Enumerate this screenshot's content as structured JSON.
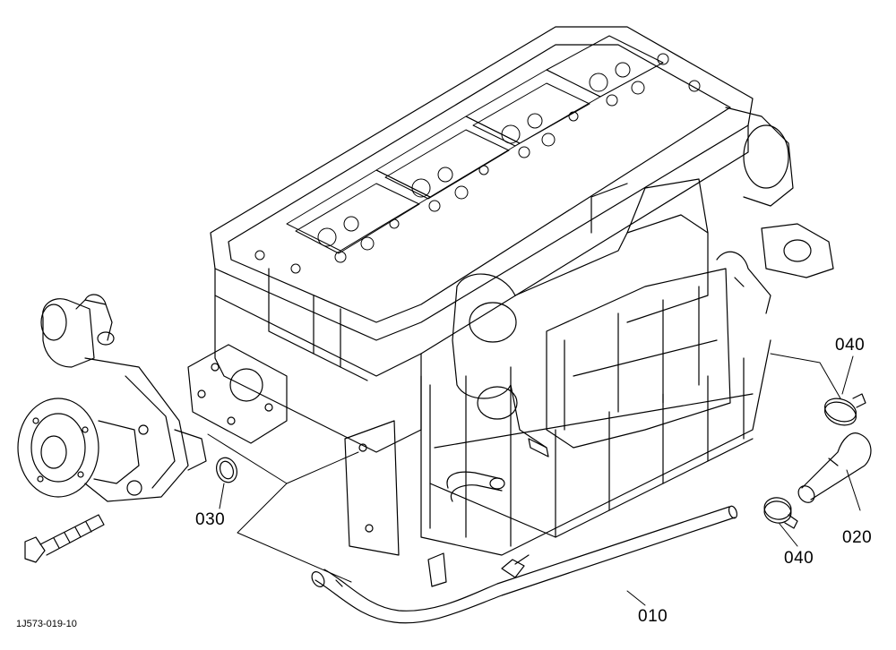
{
  "diagram": {
    "reference_code": "1J573-019-10",
    "callouts": [
      {
        "id": "010",
        "label": "010"
      },
      {
        "id": "020",
        "label": "020"
      },
      {
        "id": "030",
        "label": "030"
      },
      {
        "id": "040a",
        "label": "040"
      },
      {
        "id": "040b",
        "label": "040"
      }
    ],
    "colors": {
      "ink": "#000000",
      "paper": "#ffffff"
    }
  }
}
